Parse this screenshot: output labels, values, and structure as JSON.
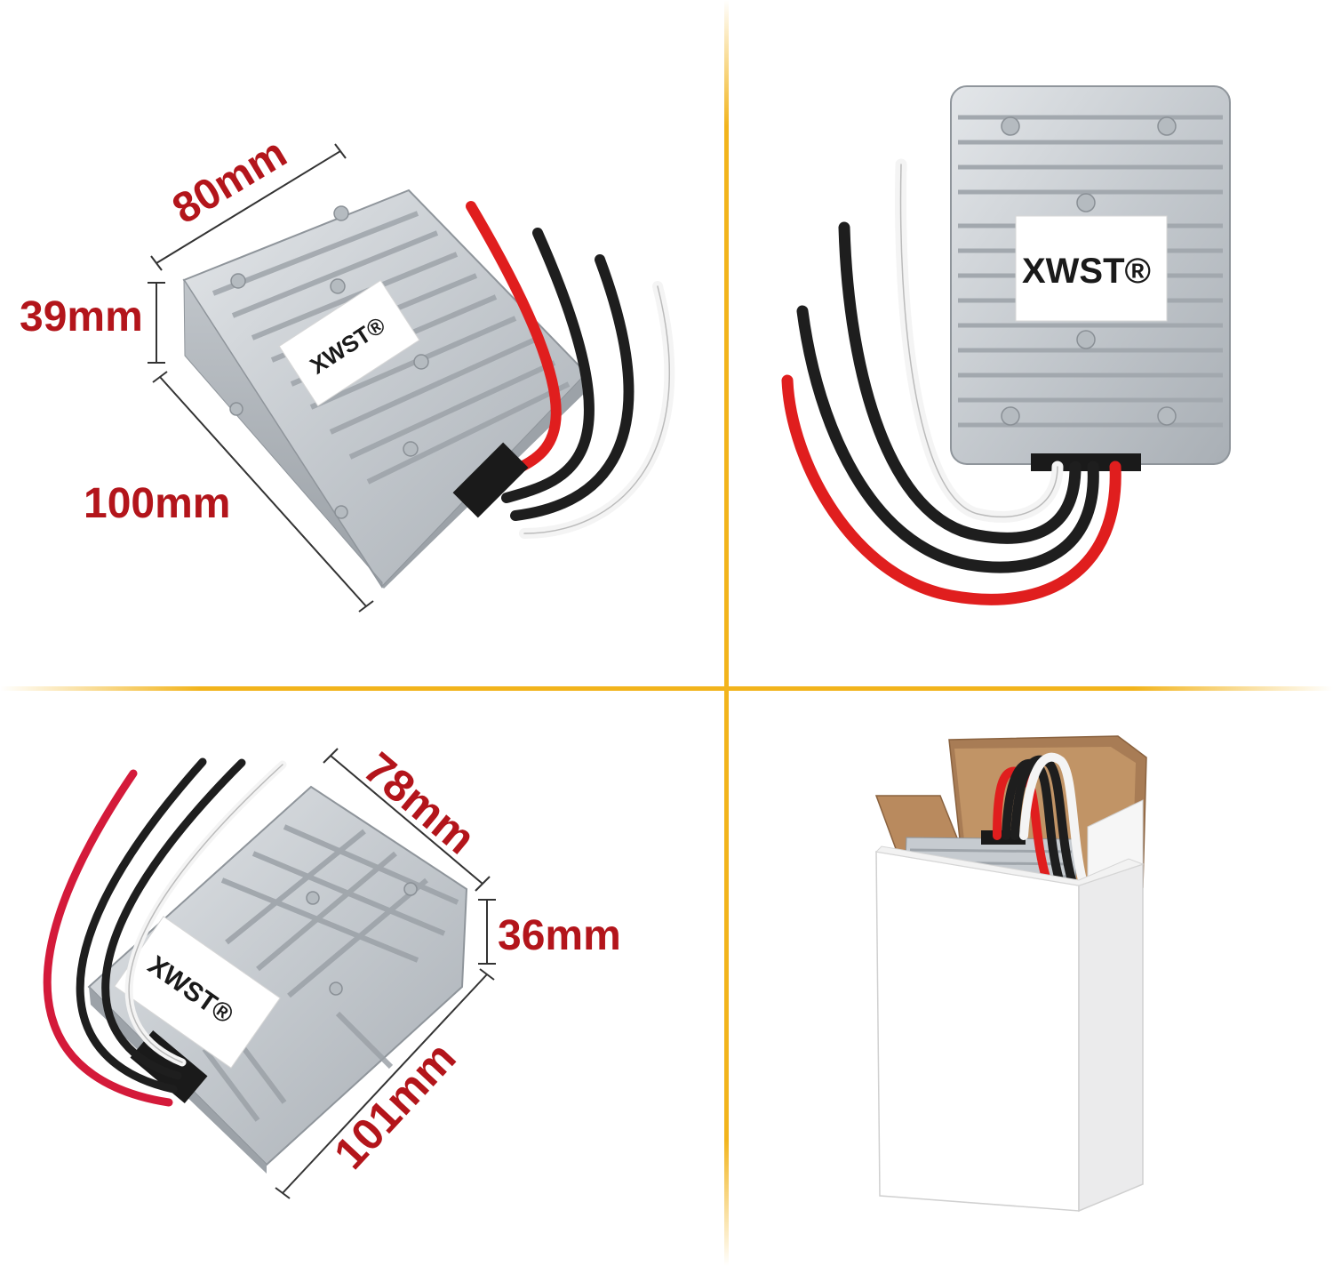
{
  "brand": {
    "name": "XWST",
    "mark": "®"
  },
  "colors": {
    "divider": "#f2b41c",
    "dimension_text": "#b3151b",
    "housing": "#c9cdd1",
    "wire_red": "#e01e1e",
    "wire_black": "#1e1e1e",
    "wire_white": "#f4f4f4",
    "box": "#ffffff",
    "box_inner": "#b98a5e"
  },
  "panels": {
    "top_left": {
      "dimensions": {
        "length": "80mm",
        "height": "39mm",
        "width": "100mm"
      }
    },
    "top_right": {
      "label": "XWST®"
    },
    "bottom_left": {
      "dimensions": {
        "length": "78mm",
        "height": "36mm",
        "width": "101mm"
      }
    },
    "bottom_right": {
      "description": "product in white retail box"
    }
  }
}
